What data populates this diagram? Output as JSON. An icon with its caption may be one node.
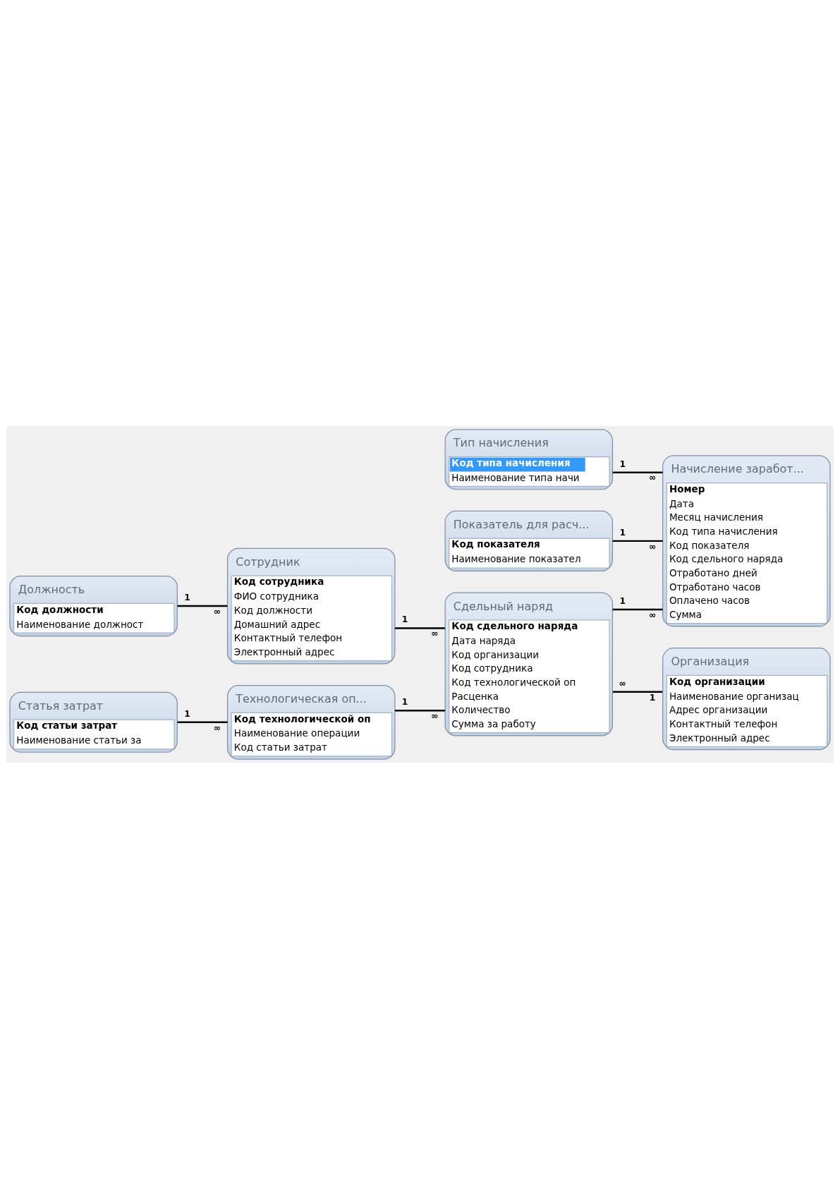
{
  "diagram": {
    "nodes": [
      {
        "text": [
          "Тип начисления",
          "Код типа начисления",
          "Наименование типа начи"
        ]
      },
      {
        "text": [
          "Начисление заработ...",
          "Номер",
          "Дата",
          "Месяц начисления",
          "Код типа начисления",
          "Код показателя",
          "Код сдельного наряда",
          "Отработано дней",
          "Отработано часов",
          "Оплачено часов",
          "Сумма"
        ]
      },
      {
        "text": [
          "Должность",
          "Код должности",
          "Наименование должност"
        ]
      },
      {
        "text": [
          "Показатель для расч...",
          "Код показателя",
          "Наименование показател"
        ]
      },
      {
        "text": [
          "Сотрудник",
          "Код сотрудника",
          "ФИО сотрудника",
          "Код должности",
          "Домашний адрес",
          "Контактный телефон",
          "Электронный адрес"
        ]
      },
      {
        "text": [
          "Сдельный наряд",
          "Код сдельного наряда",
          "Дата наряда",
          "Код организации",
          "Код сотрудника",
          "Код технологической оп",
          "Расценка",
          "Количество",
          "Сумма за работу"
        ]
      },
      {
        "text": [
          "Статья затрат",
          "Код статьи затрат",
          "Наименование статьи за"
        ]
      },
      {
        "text": [
          "Организация",
          "Код организации",
          "Наименование организац",
          "Адрес организации",
          "Контактный телефон",
          "Электронный адрес"
        ]
      },
      {
        "text": [
          "Технологическая оп...",
          "Код технологической оп",
          "Наименование операции",
          "Код статьи затрат"
        ]
      }
    ],
    "edges": [
      {
        "from": 0,
        "to": 1,
        "arrow": "none"
      },
      {
        "from": 3,
        "to": 1,
        "arrow": "none"
      },
      {
        "from": 2,
        "to": 4,
        "arrow": "none"
      },
      {
        "from": 5,
        "to": 1,
        "arrow": "none"
      },
      {
        "from": 4,
        "to": 5,
        "arrow": "none"
      },
      {
        "from": 6,
        "to": 8,
        "arrow": "none"
      },
      {
        "from": 8,
        "to": 5,
        "arrow": "none"
      },
      {
        "from": 7,
        "to": 5,
        "arrow": "none"
      }
    ],
    "labels": [
      "1",
      "∞",
      "1",
      "∞",
      "1",
      "∞",
      "1",
      "∞",
      "1",
      "∞",
      "1",
      "∞",
      "1",
      "∞",
      "1",
      "∞"
    ]
  }
}
